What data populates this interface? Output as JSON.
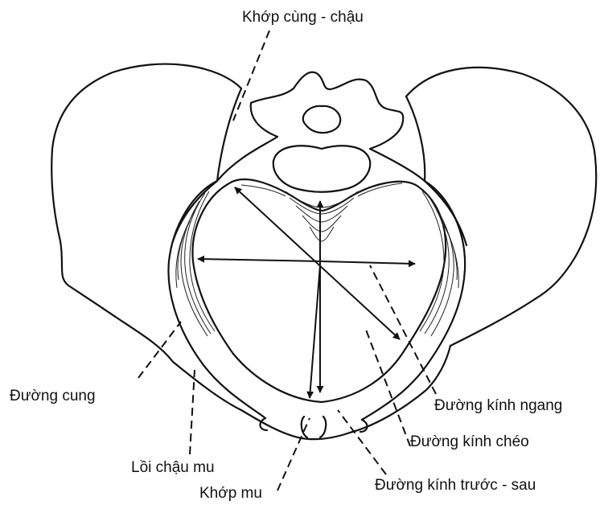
{
  "labels": {
    "sacroiliac_joint": "Khớp cùng - chậu",
    "arcuate_line": "Đường cung",
    "transverse_diameter": "Đường kính ngang",
    "oblique_diameter": "Đường kính chéo",
    "pubic_tubercle": "Lồi chậu mu",
    "pubic_symphysis": "Khớp mu",
    "anteroposterior_diameter": "Đường kính trước - sau"
  }
}
